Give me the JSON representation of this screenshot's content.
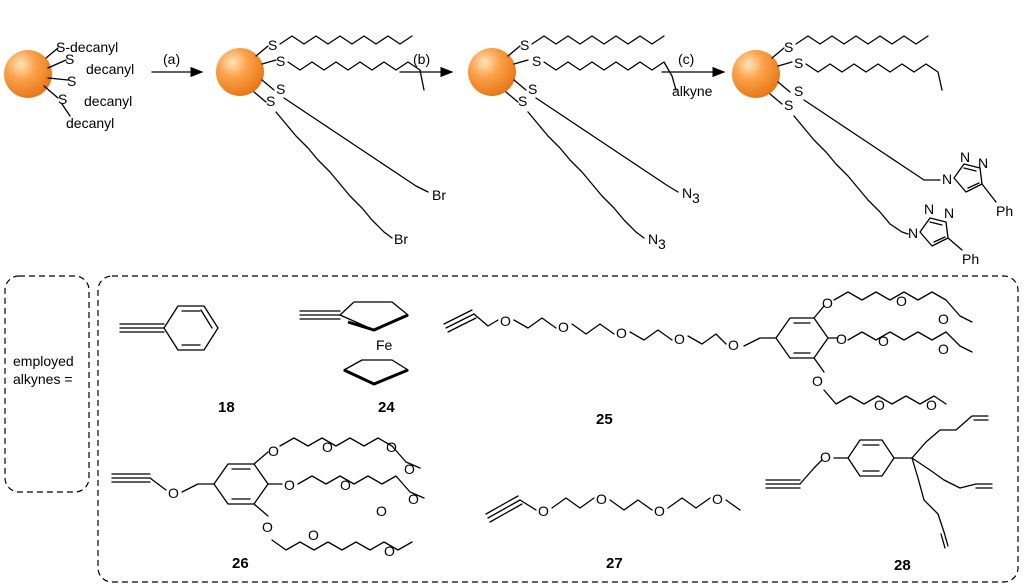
{
  "steps": [
    {
      "label": "(a)"
    },
    {
      "label": "(b)"
    },
    {
      "label": "(c)",
      "reagent": "alkyne"
    }
  ],
  "start": {
    "chains": [
      "S-decanyl",
      "S",
      "decanyl",
      "S",
      "decanyl",
      "S",
      "decanyl"
    ]
  },
  "atoms": {
    "S": "S",
    "Br": "Br",
    "N3": "N",
    "N3_sub": "3",
    "N": "N",
    "Ph": "Ph",
    "Fe": "Fe",
    "O": "O"
  },
  "employed_label_line1": "employed",
  "employed_label_line2": "alkynes =",
  "compounds": [
    "18",
    "24",
    "25",
    "26",
    "27",
    "28"
  ]
}
